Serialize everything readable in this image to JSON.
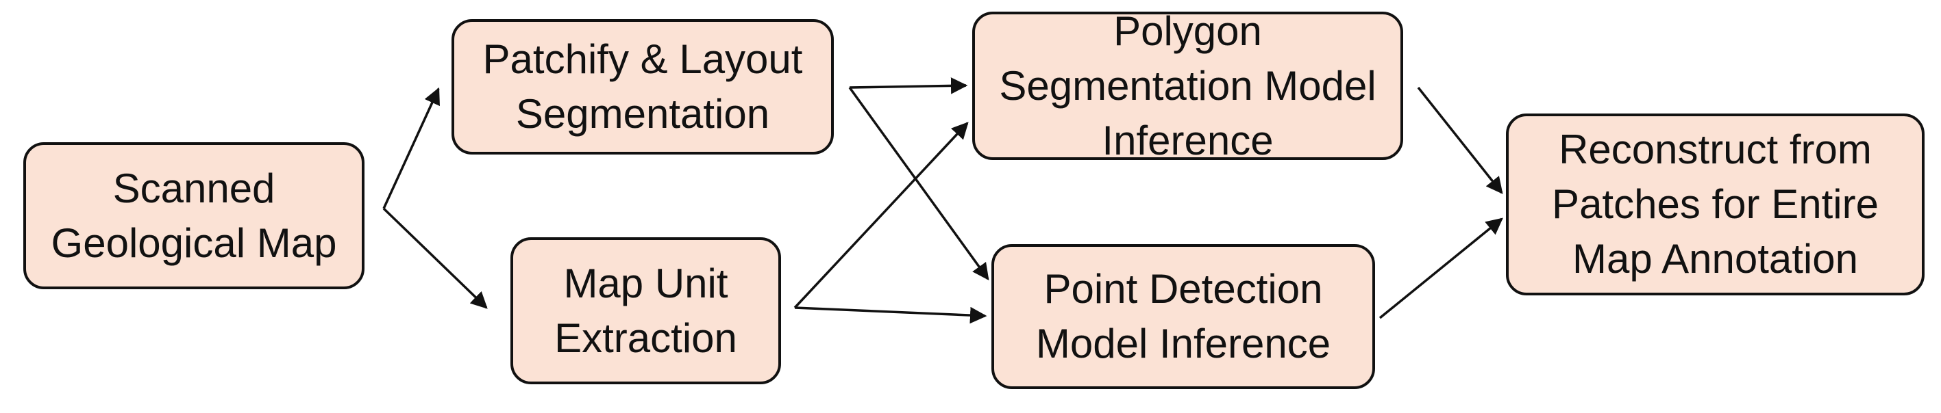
{
  "diagram": {
    "nodes": {
      "scanned": "Scanned\nGeological Map",
      "patchify": "Patchify & Layout\nSegmentation",
      "mapunit": "Map Unit\nExtraction",
      "polygon": "Polygon\nSegmentation Model\nInference",
      "point": "Point Detection\nModel Inference",
      "reconstruct": "Reconstruct from\nPatches for Entire\nMap Annotation"
    },
    "edges": [
      {
        "from": "Scanned Geological Map",
        "to": "Patchify & Layout Segmentation"
      },
      {
        "from": "Scanned Geological Map",
        "to": "Map Unit Extraction"
      },
      {
        "from": "Patchify & Layout Segmentation",
        "to": "Polygon Segmentation Model Inference"
      },
      {
        "from": "Patchify & Layout Segmentation",
        "to": "Point Detection Model Inference"
      },
      {
        "from": "Map Unit Extraction",
        "to": "Polygon Segmentation Model Inference"
      },
      {
        "from": "Map Unit Extraction",
        "to": "Point Detection Model Inference"
      },
      {
        "from": "Polygon Segmentation Model Inference",
        "to": "Reconstruct from Patches for Entire Map Annotation"
      },
      {
        "from": "Point Detection Model Inference",
        "to": "Reconstruct from Patches for Entire Map Annotation"
      }
    ],
    "colors": {
      "node_fill": "#fbe2d5",
      "node_border": "#111111",
      "arrow": "#111111"
    }
  }
}
